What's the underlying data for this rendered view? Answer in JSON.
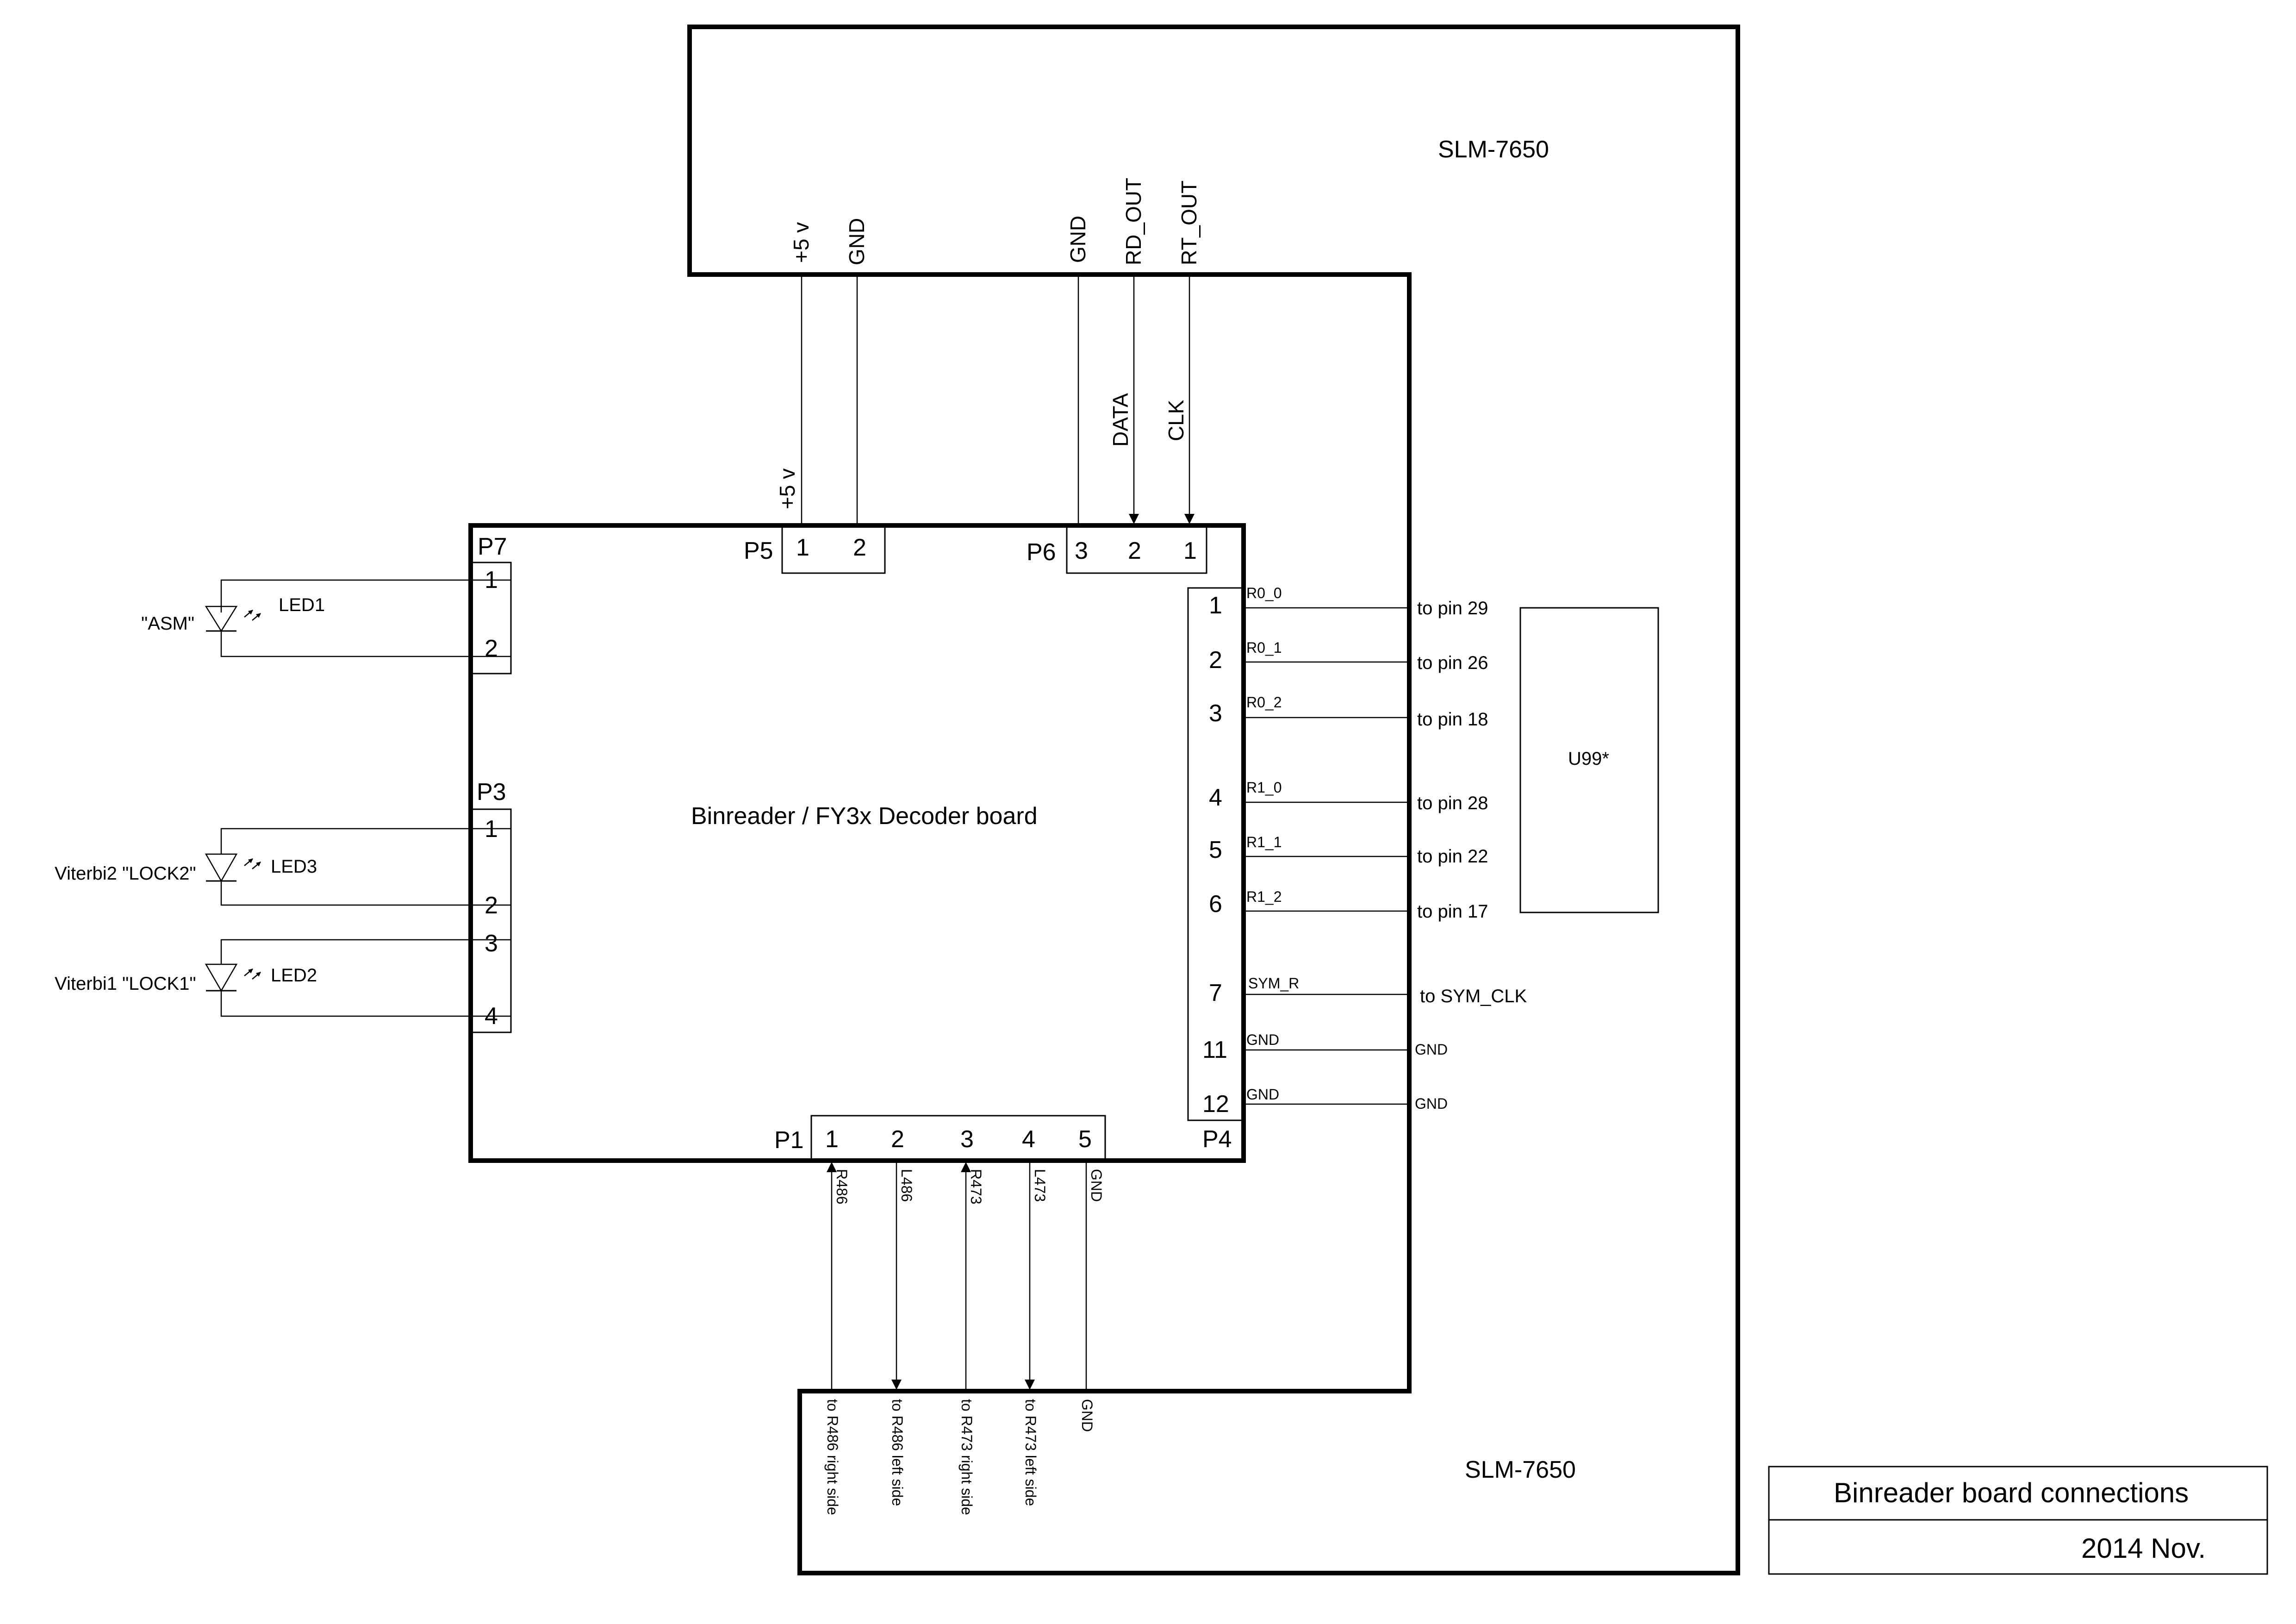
{
  "slm_label_top": "SLM-7650",
  "slm_label_bottom": "SLM-7650",
  "board_label": "Binreader / FY3x Decoder board",
  "u99_label": "U99*",
  "title_block": {
    "title": "Binreader board connections",
    "date": "2014 Nov."
  },
  "slm_signals": {
    "plus5": "+5 v",
    "gnd1": "GND",
    "gnd2": "GND",
    "rd_out": "RD_OUT",
    "rt_out": "RT_OUT"
  },
  "wire_labels": {
    "plus5": "+5 v",
    "data": "DATA",
    "clk": "CLK"
  },
  "p5": {
    "name": "P5",
    "pins": [
      "1",
      "2"
    ]
  },
  "p6": {
    "name": "P6",
    "pins": [
      "3",
      "2",
      "1"
    ]
  },
  "p7": {
    "name": "P7",
    "pins": [
      "1",
      "2"
    ]
  },
  "p3": {
    "name": "P3",
    "pins": [
      "1",
      "2",
      "3",
      "4"
    ]
  },
  "p1": {
    "name": "P1",
    "pins": [
      "1",
      "2",
      "3",
      "4",
      "5"
    ],
    "signals": [
      "R486",
      "L486",
      "R473",
      "L473",
      "GND"
    ]
  },
  "p4": {
    "name": "P4",
    "pins": [
      "1",
      "2",
      "3",
      "4",
      "5",
      "6",
      "7",
      "11",
      "12"
    ],
    "signals": [
      "R0_0",
      "R0_1",
      "R0_2",
      "R1_0",
      "R1_1",
      "R1_2",
      "SYM_R",
      "GND",
      "GND"
    ],
    "targets": [
      "to pin 29",
      "to pin 26",
      "to pin 18",
      "to pin 28",
      "to pin 22",
      "to pin 17",
      "to SYM_CLK",
      "GND",
      "GND"
    ]
  },
  "leds": [
    {
      "name": "LED1",
      "label": "\"ASM\""
    },
    {
      "name": "LED3",
      "label": "Viterbi2 \"LOCK2\""
    },
    {
      "name": "LED2",
      "label": "Viterbi1 \"LOCK1\""
    }
  ],
  "bottom_targets": [
    "to R486 right side",
    "to R486 left side",
    "to R473 right side",
    "to R473 left side",
    "GND"
  ]
}
